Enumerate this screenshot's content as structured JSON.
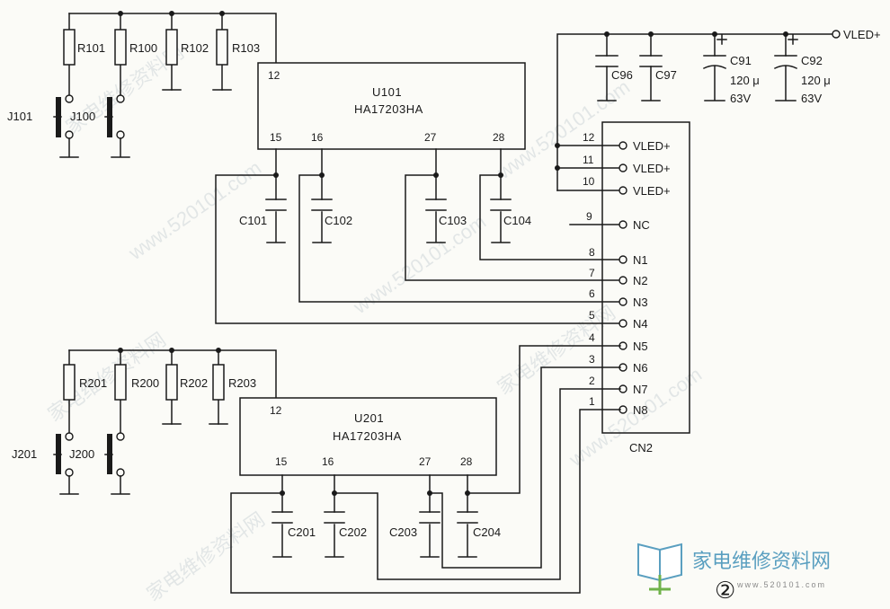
{
  "power": {
    "label": "VLED+"
  },
  "u101": {
    "name": "U101",
    "model": "HA17203HA",
    "pins": [
      "12",
      "15",
      "16",
      "27",
      "28"
    ]
  },
  "u201": {
    "name": "U201",
    "model": "HA17203HA",
    "pins": [
      "12",
      "15",
      "16",
      "27",
      "28"
    ]
  },
  "resistors_top": [
    "R101",
    "R100",
    "R102",
    "R103"
  ],
  "resistors_bottom": [
    "R201",
    "R200",
    "R202",
    "R203"
  ],
  "switches_top": [
    "J101",
    "J100"
  ],
  "switches_bottom": [
    "J201",
    "J200"
  ],
  "caps_top": [
    "C101",
    "C102",
    "C103",
    "C104"
  ],
  "caps_bottom": [
    "C201",
    "C202",
    "C203",
    "C204"
  ],
  "caps_power": [
    {
      "name": "C96"
    },
    {
      "name": "C97"
    },
    {
      "name": "C91",
      "value": "120 μ",
      "voltage": "63V"
    },
    {
      "name": "C92",
      "value": "120 μ",
      "voltage": "63V"
    }
  ],
  "connector": {
    "name": "CN2",
    "pins": [
      {
        "num": "12",
        "label": "VLED+"
      },
      {
        "num": "11",
        "label": "VLED+"
      },
      {
        "num": "10",
        "label": "VLED+"
      },
      {
        "num": "9",
        "label": "NC"
      },
      {
        "num": "8",
        "label": "N1"
      },
      {
        "num": "7",
        "label": "N2"
      },
      {
        "num": "6",
        "label": "N3"
      },
      {
        "num": "5",
        "label": "N4"
      },
      {
        "num": "4",
        "label": "N5"
      },
      {
        "num": "3",
        "label": "N6"
      },
      {
        "num": "2",
        "label": "N7"
      },
      {
        "num": "1",
        "label": "N8"
      }
    ]
  },
  "figure_number": "②",
  "watermark": {
    "site": "www.520101.com",
    "cn": "家电维修资料网"
  },
  "logo": {
    "cn": "家电维修资料网",
    "url": "www.520101.com",
    "icon": "book-icon"
  }
}
